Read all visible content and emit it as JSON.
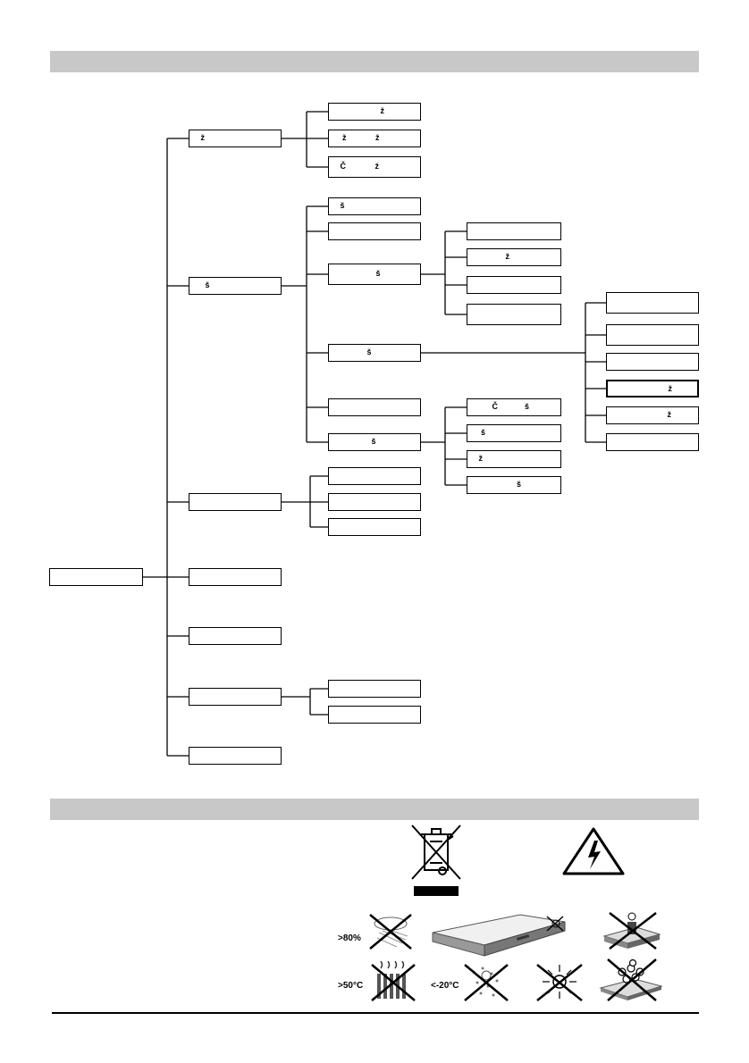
{
  "tree": {
    "nodes": [
      {
        "id": "root",
        "label": ""
      },
      {
        "id": "l1-1",
        "label": "     ž"
      },
      {
        "id": "l1-2",
        "label": "       š"
      },
      {
        "id": "l1-3",
        "label": ""
      },
      {
        "id": "l1-4",
        "label": ""
      },
      {
        "id": "l1-5",
        "label": ""
      },
      {
        "id": "l1-6",
        "label": ""
      },
      {
        "id": "l1-7",
        "label": ""
      },
      {
        "id": "a1",
        "label": "                       ž"
      },
      {
        "id": "a2",
        "label": "      ž             ž"
      },
      {
        "id": "a3",
        "label": "     Č             ž"
      },
      {
        "id": "b1",
        "label": "     š"
      },
      {
        "id": "b2",
        "label": ""
      },
      {
        "id": "b3",
        "label": "                     š"
      },
      {
        "id": "b4",
        "label": "                 š"
      },
      {
        "id": "b5",
        "label": ""
      },
      {
        "id": "b6",
        "label": "                   š"
      },
      {
        "id": "c1",
        "label": ""
      },
      {
        "id": "c2",
        "label": "                 ž"
      },
      {
        "id": "c3",
        "label": ""
      },
      {
        "id": "c4",
        "label": ""
      },
      {
        "id": "d1",
        "label": ""
      },
      {
        "id": "d2",
        "label": ""
      },
      {
        "id": "d3",
        "label": ""
      },
      {
        "id": "d4",
        "label": "                           ž"
      },
      {
        "id": "d5",
        "label": "                           ž"
      },
      {
        "id": "d6",
        "label": ""
      },
      {
        "id": "e1",
        "label": "           Č            š"
      },
      {
        "id": "e2",
        "label": "      š"
      },
      {
        "id": "e3",
        "label": "     ž"
      },
      {
        "id": "e4",
        "label": "                      š"
      },
      {
        "id": "f1",
        "label": ""
      },
      {
        "id": "f2",
        "label": ""
      },
      {
        "id": "f3",
        "label": ""
      },
      {
        "id": "g1",
        "label": ""
      },
      {
        "id": "g2",
        "label": ""
      }
    ]
  },
  "labels": {
    "humidity": ">80%",
    "heat": ">50°C",
    "cold": "<-20°C"
  },
  "icons": [
    "weee-bin-icon",
    "high-voltage-icon",
    "no-humidity-icon",
    "receiver-device-icon",
    "no-liquid-icon",
    "no-heat-icon",
    "no-cold-icon",
    "no-sunlight-icon",
    "no-objects-on-top-icon"
  ]
}
